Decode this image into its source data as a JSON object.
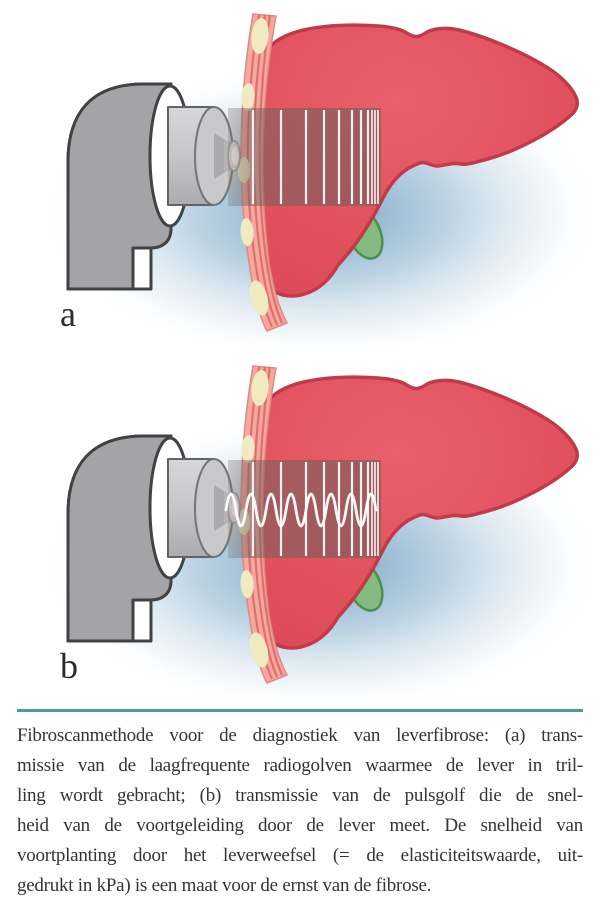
{
  "figure": {
    "panels": [
      {
        "id": "a",
        "label": "a",
        "beam_style": "pulse-bars"
      },
      {
        "id": "b",
        "label": "b",
        "beam_style": "pulse-bars-with-shear-wave"
      }
    ]
  },
  "caption": {
    "lines": [
      "Fibroscanmethode voor de diagnostiek van leverfibrose: (a) trans-",
      "missie van de laagfrequente radiogolven waarmee de lever in tril-",
      "ling wordt gebracht; (b) transmissie van de pulsgolf die de snel-",
      "heid van de voortgeleiding door de lever meet. De snelheid van",
      "voortplanting door het leverweefsel (= de elasticiteitswaarde, uit-",
      "gedrukt in kPa) is een maat voor de ernst van de fibrose."
    ]
  },
  "colors": {
    "rule": "#4a9e94",
    "caption_text": "#343434",
    "liver": "#e04f5c",
    "liver_outline": "#c23a49",
    "skin": "#f4a89f",
    "skin_stripe": "#df6561",
    "skin_edge": "#dd8a82",
    "fat_blob": "#f0eac1",
    "gallbladder": "#85bb80",
    "gallbladder_outline": "#4f8d56",
    "probe_body": "#a4a4a6",
    "probe_outline": "#424244",
    "probe_cylinder": "#c6c6c8",
    "beam_line": "#ffffff",
    "glow_blue": "#6f9dc0"
  }
}
